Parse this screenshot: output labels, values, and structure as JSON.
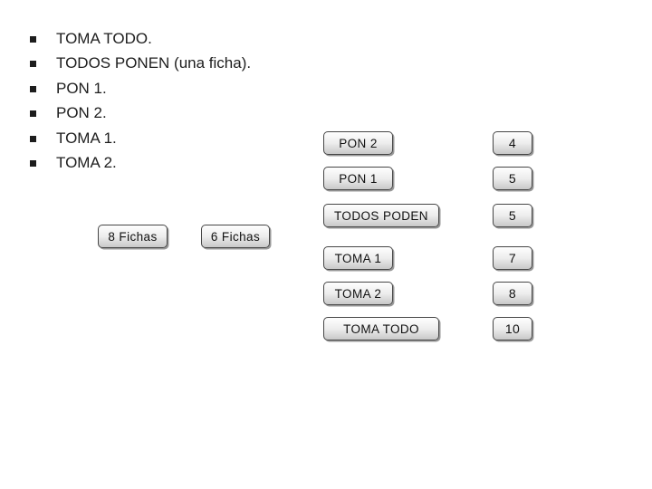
{
  "bullets": [
    "TOMA TODO.",
    "TODOS PONEN (una ficha).",
    "PON 1.",
    "PON 2.",
    "TOMA 1.",
    "TOMA 2."
  ],
  "ficha_buttons": [
    {
      "label": "8 Fichas"
    },
    {
      "label": "6 Fichas"
    }
  ],
  "rows": [
    {
      "label": "PON 2",
      "value": "4"
    },
    {
      "label": "PON 1",
      "value": "5"
    },
    {
      "label": "TODOS PODEN",
      "value": "5"
    },
    {
      "label": "TOMA 1",
      "value": "7"
    },
    {
      "label": "TOMA 2",
      "value": "8"
    },
    {
      "label": "TOMA TODO",
      "value": "10"
    }
  ],
  "colors": {
    "background": "#ffffff",
    "button_face_top": "#fefefe",
    "button_face_bottom": "#c8c8c8",
    "button_border": "#464646",
    "text": "#1d1d1d"
  }
}
